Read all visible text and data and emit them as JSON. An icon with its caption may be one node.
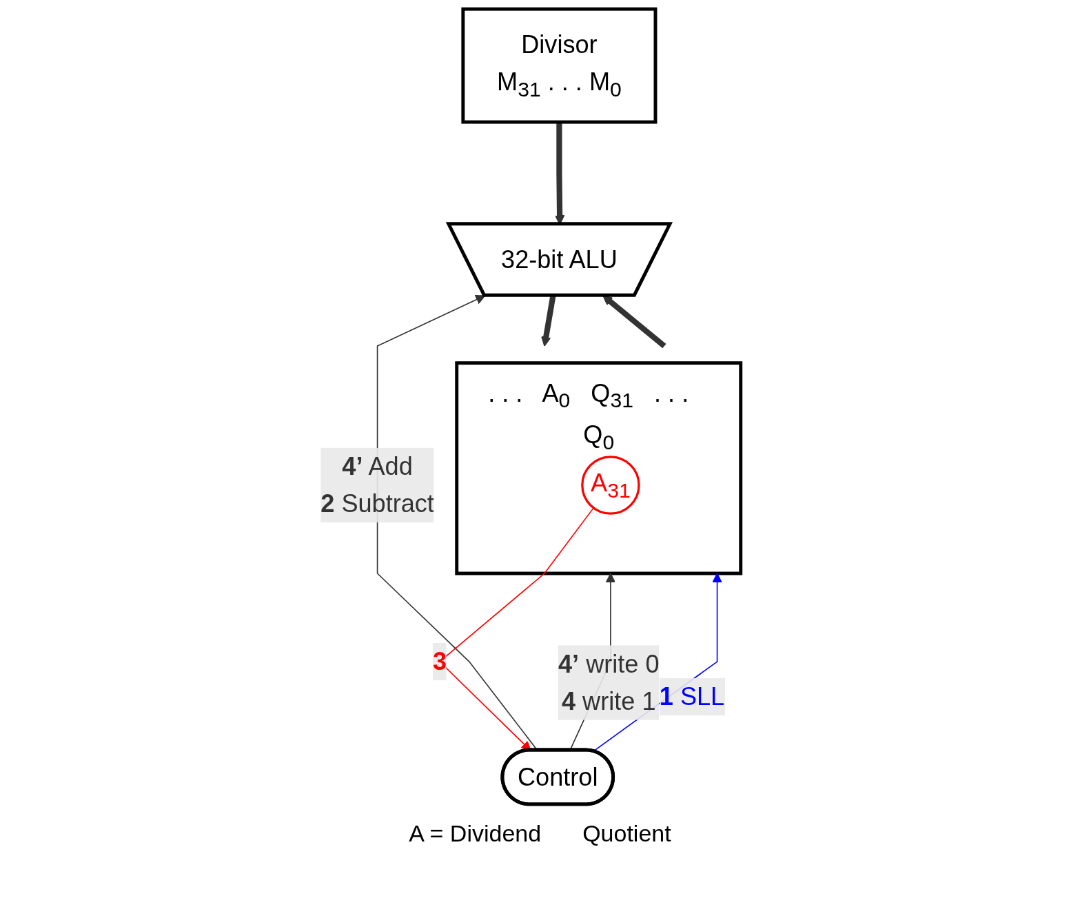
{
  "diagram": {
    "nodes": [
      {
        "text": [
          "Divisor",
          "M$_{31}$ . . . M$_{0}$"
        ]
      },
      {
        "text": [
          "32-bit ALU"
        ]
      },
      {
        "text": [
          "Control"
        ]
      },
      {
        "text": [
          ". . .",
          "A$_{0}$",
          "Q$_{31}$",
          ". . .",
          "Q$_{0}$"
        ]
      },
      {
        "text": [
          "A$_{31}$"
        ],
        "in": 3
      }
    ],
    "edges": [
      {
        "from": 0,
        "to": 1,
        "arrow": "to",
        "style": "thick"
      },
      {
        "from": 3,
        "to": 1,
        "arrow": "to",
        "style": "thick"
      },
      {
        "from": 2,
        "to": 1,
        "arrow": "to",
        "label": "**4’** Add **2** Subtract"
      },
      {
        "from": 1,
        "to": 3,
        "arrow": "to",
        "style": "thick"
      },
      {
        "from": 2,
        "to": 3,
        "arrow": "to",
        "label": "**4’** write 0 **4** write 1"
      },
      {
        "from": 2,
        "to": 3,
        "arrow": "to",
        "label": "**1** SLL",
        "color": "#0000ff"
      },
      {
        "from": 4,
        "to": 2,
        "arrow": "to",
        "label": "**3**",
        "color": "#ff0000"
      }
    ],
    "labels": [
      "A = Dividend",
      "Quotient"
    ]
  }
}
